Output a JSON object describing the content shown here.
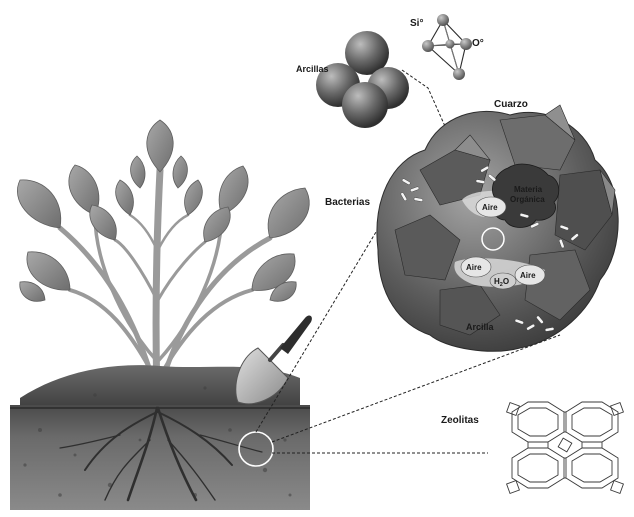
{
  "labels": {
    "arcillas": "Arcillas",
    "si": "Si°",
    "o": "O°",
    "cuarzo": "Cuarzo",
    "bacterias": "Bacterias",
    "aire_1": "Aire",
    "aire_2": "Aire",
    "aire_3": "Aire",
    "materia_line1": "Materia",
    "materia_line2": "Orgánica",
    "h2o_h": "H",
    "h2o_2": "2",
    "h2o_o": "O",
    "arcilla": "Arcilla",
    "zeolitas": "Zeolitas"
  },
  "colors": {
    "leaf": "#8e8e8e",
    "leaf_dark": "#6f6f6f",
    "stem": "#9a9a9a",
    "soil_top": "#5a5a5a",
    "soil_bottom": "#7d7d7d",
    "sphere": "#666666",
    "rock": "#4e4e4e",
    "rock_light": "#9b9b9b"
  }
}
